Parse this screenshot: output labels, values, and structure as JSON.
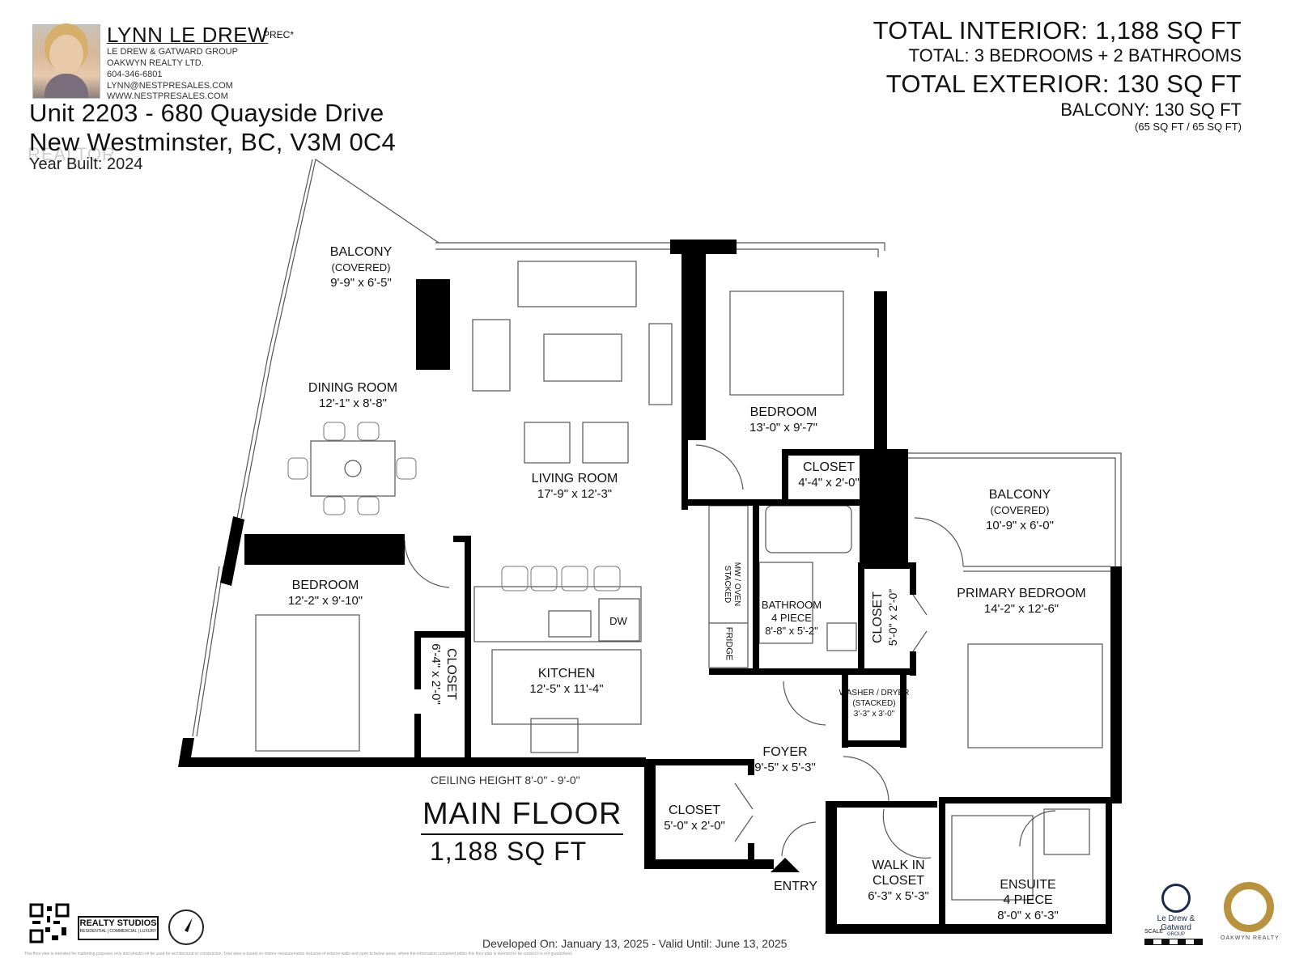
{
  "agent": {
    "name": "LYNN LE DREW",
    "designation": "PREC*",
    "group": "LE DREW & GATWARD GROUP",
    "brokerage": "OAKWYN REALTY LTD.",
    "phone": "604-346-6801",
    "email": "LYNN@NESTPRESALES.COM",
    "website": "WWW.NESTPRESALES.COM"
  },
  "property": {
    "address_line1": "Unit 2203 - 680 Quayside Drive",
    "address_line2": "New Westminster, BC, V3M 0C4",
    "year_built": "Year Built: 2024",
    "watermark": "REALTOR"
  },
  "totals": {
    "interior": "TOTAL INTERIOR: 1,188 SQ FT",
    "rooms": "TOTAL: 3 BEDROOMS + 2 BATHROOMS",
    "exterior": "TOTAL EXTERIOR: 130 SQ FT",
    "balcony": "BALCONY: 130 SQ FT",
    "balcony_split": "(65 SQ FT / 65 SQ FT)"
  },
  "rooms": {
    "balcony_left": {
      "name": "BALCONY",
      "sub": "(COVERED)",
      "dim": "9'-9\" x 6'-5\""
    },
    "dining": {
      "name": "DINING ROOM",
      "dim": "12'-1\" x 8'-8\""
    },
    "living": {
      "name": "LIVING ROOM",
      "dim": "17'-9\" x 12'-3\""
    },
    "bedroom_top": {
      "name": "BEDROOM",
      "dim": "13'-0\" x 9'-7\""
    },
    "closet_top": {
      "name": "CLOSET",
      "dim": "4'-4\" x 2'-0\""
    },
    "balcony_right": {
      "name": "BALCONY",
      "sub": "(COVERED)",
      "dim": "10'-9\" x 6'-0\""
    },
    "bedroom_left": {
      "name": "BEDROOM",
      "dim": "12'-2\" x 9'-10\""
    },
    "closet_left": {
      "name": "CLOSET",
      "dim": "6'-4\" x 2'-0\""
    },
    "kitchen": {
      "name": "KITCHEN",
      "dim": "12'-5\" x 11'-4\""
    },
    "dw": "DW",
    "mw": "MW / OVEN STACKED",
    "fridge": "FRIDGE",
    "bathroom": {
      "name": "BATHROOM",
      "sub": "4 PIECE",
      "dim": "8'-8\" x 5'-2\""
    },
    "closet_mid": {
      "name": "CLOSET",
      "dim": "5'-0\" x 2'-0\""
    },
    "primary": {
      "name": "PRIMARY BEDROOM",
      "dim": "14'-2\" x 12'-6\""
    },
    "washer": {
      "name": "WASHER / DRYER",
      "sub": "(STACKED)",
      "dim": "3'-3\" x 3'-0\""
    },
    "foyer": {
      "name": "FOYER",
      "dim": "9'-5\" x 5'-3\""
    },
    "closet_foyer": {
      "name": "CLOSET",
      "dim": "5'-0\" x 2'-0\""
    },
    "walkin": {
      "name": "WALK IN",
      "sub": "CLOSET",
      "dim": "6'-3\" x 5'-3\""
    },
    "ensuite": {
      "name": "ENSUITE",
      "sub": "4 PIECE",
      "dim": "8'-0\" x 6'-3\""
    }
  },
  "floor": {
    "ceiling": "CEILING HEIGHT 8'-0\" - 9'-0\"",
    "title": "MAIN FLOOR",
    "area": "1,188 SQ FT",
    "entry": "ENTRY"
  },
  "footer": {
    "developed": "Developed On: January 13, 2025 - Valid Until: June 13, 2025",
    "realty_studios": "REALTY STUDIOS",
    "realty_studios_tag": "RESIDENTIAL | COMMERCIAL | LUXURY",
    "ldg": "Le Drew & Gatward",
    "ldg_sub": "GROUP",
    "oakwyn": "OAKWYN REALTY",
    "scale": "SCALE",
    "fineprint": "This floor plan is intended for marketing purposes only and should not be used for architectural or construction. Total area is based on interior measurements inclusive of exterior walls and open to below areas, where the information contained within this floor plan is deemed to be correct it is not guaranteed."
  },
  "colors": {
    "wall": "#000000",
    "line": "#555555",
    "accent": "#b8923c"
  }
}
